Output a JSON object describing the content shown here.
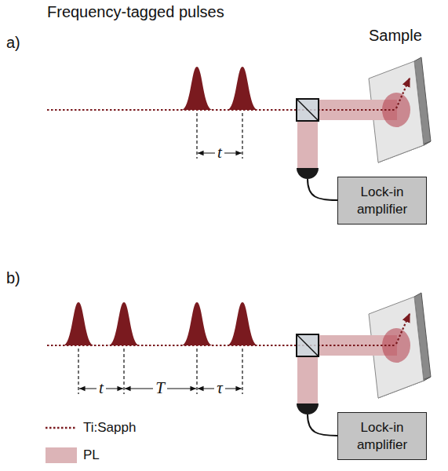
{
  "diagram": {
    "nodes": [
      {
        "text": [
          "Lock-in amplifier"
        ]
      },
      {
        "text": [
          "Lock-in amplifier"
        ]
      }
    ],
    "labels": [
      "Frequency-tagged pulses",
      "Sample",
      "a)",
      "t",
      "b)",
      "t",
      "T",
      "τ"
    ],
    "legend": [
      {
        "text": "Ti:Sapph"
      },
      {
        "text": "PL",
        "color": "#dcb4b7"
      }
    ]
  }
}
